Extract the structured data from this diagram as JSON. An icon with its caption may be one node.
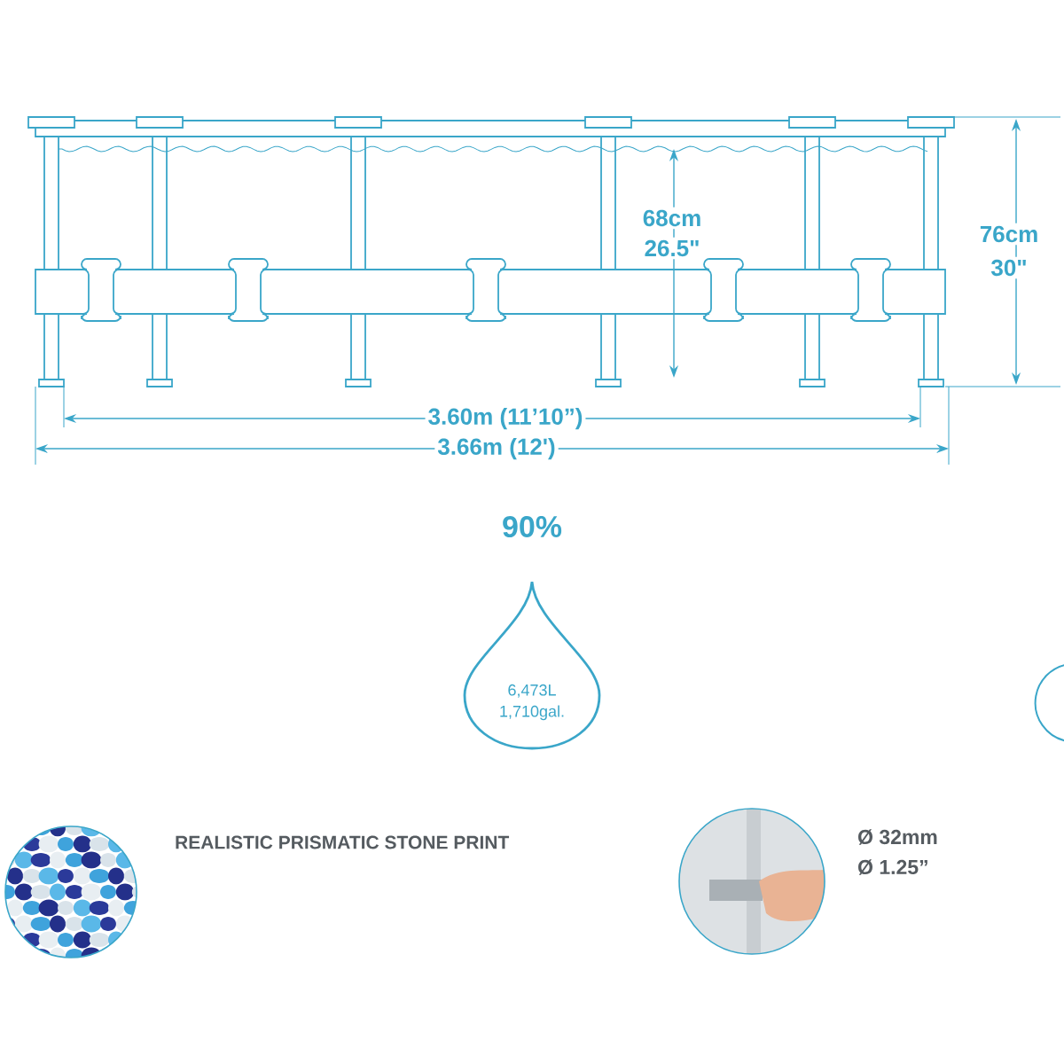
{
  "diagram": {
    "nodes": [
      {
        "text": [
          "90%",
          "6,473L 1,710gal."
        ]
      }
    ],
    "labels": [
      "68cm",
      "26.5\"",
      "76cm",
      "30\"",
      "3.60m (11’10”)",
      "3.66m (12')",
      "REALISTIC PRISMATIC STONE PRINT",
      "Ø 32mm",
      "Ø 1.25”"
    ]
  }
}
